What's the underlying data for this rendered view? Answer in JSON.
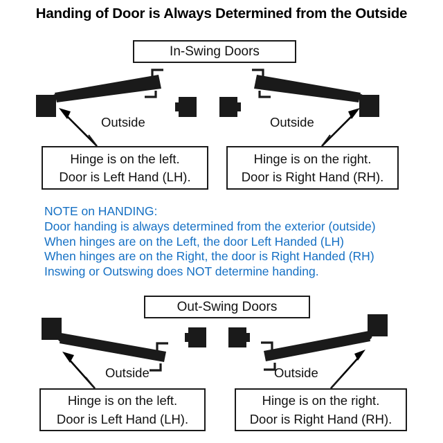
{
  "page": {
    "title": "Handing of Door is Always Determined from the Outside",
    "background_color": "#ffffff",
    "ink_color": "#1a1a1a",
    "note_color": "#1570c4"
  },
  "sections": {
    "inswing": {
      "heading": "In-Swing Doors",
      "left": {
        "outside_label": "Outside",
        "callout_line1": "Hinge is on the left.",
        "callout_line2": "Door is Left Hand (LH)."
      },
      "right": {
        "outside_label": "Outside",
        "callout_line1": "Hinge is on the right.",
        "callout_line2": "Door is Right Hand (RH)."
      }
    },
    "outswing": {
      "heading": "Out-Swing Doors",
      "left": {
        "outside_label": "Outside",
        "callout_line1": "Hinge is on the left.",
        "callout_line2": "Door is Left Hand (LH)."
      },
      "right": {
        "outside_label": "Outside",
        "callout_line1": "Hinge is on the right.",
        "callout_line2": "Door is Right Hand (RH)."
      }
    }
  },
  "note": {
    "line1": "NOTE on HANDING:",
    "line2": "Door handing is always determined from the exterior (outside)",
    "line3": "When hinges are on the Left, the door Left Handed (LH)",
    "line4": "When hinges are on the Right, the door is Right Handed (RH)",
    "line5": "Inswing or Outswing does NOT determine handing."
  },
  "icons": {
    "hinge_block": "hinge-jamb-block-icon",
    "door_panel": "door-panel-icon",
    "door_handle": "door-lever-handle-icon",
    "pointer_arrow": "pointer-arrow-icon",
    "leader_line": "callout-leader-line-icon"
  }
}
